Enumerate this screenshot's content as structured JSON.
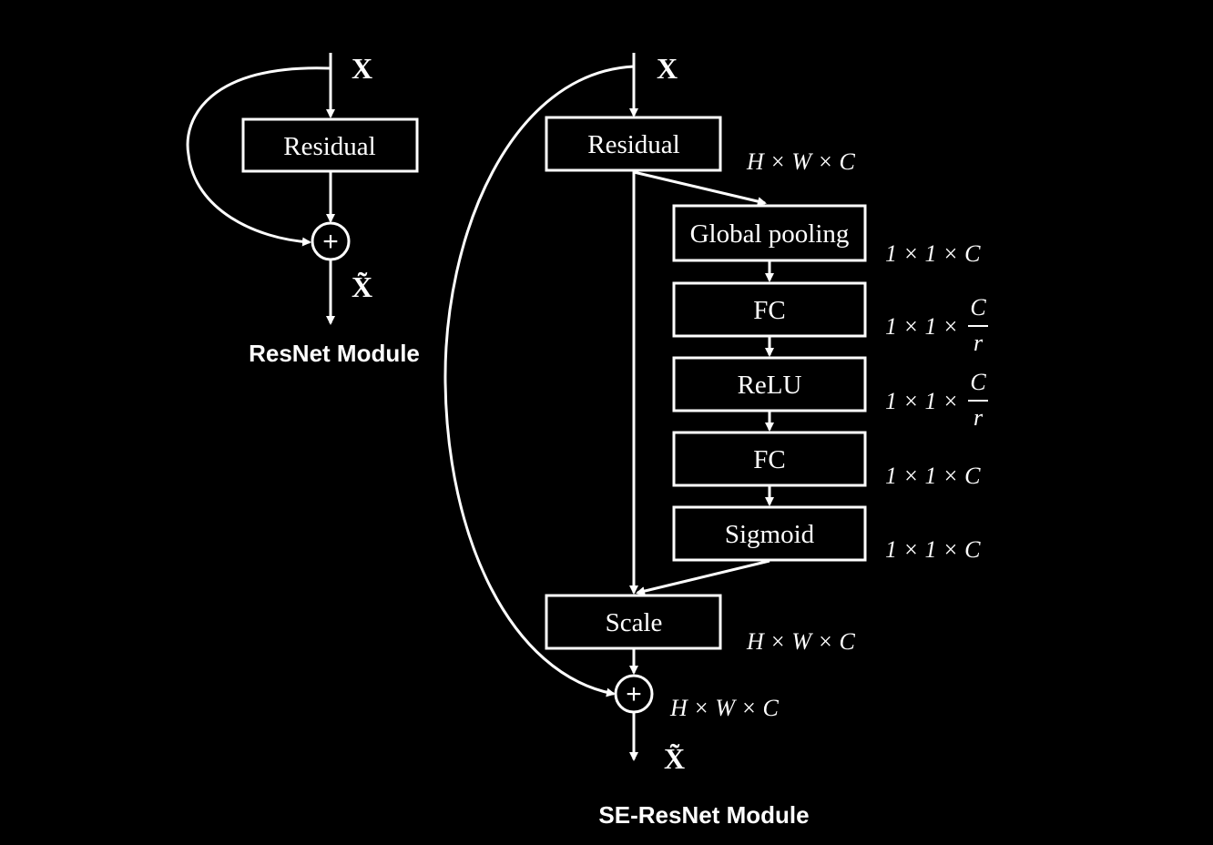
{
  "colors": {
    "background": "#000000",
    "foreground": "#ffffff"
  },
  "resnet": {
    "input_label": "X",
    "residual_label": "Residual",
    "add_symbol": "+",
    "output_label": "X̃",
    "caption": "ResNet Module"
  },
  "se_resnet": {
    "input_label": "X",
    "residual_label": "Residual",
    "global_pooling_label": "Global pooling",
    "fc1_label": "FC",
    "relu_label": "ReLU",
    "fc2_label": "FC",
    "sigmoid_label": "Sigmoid",
    "scale_label": "Scale",
    "add_symbol": "+",
    "output_label": "X̃",
    "caption": "SE-ResNet Module",
    "dims": {
      "residual": "H × W × C",
      "global_pooling": "1 × 1 × C",
      "fc1_prefix": "1 × 1 ×",
      "fc1_num": "C",
      "fc1_den": "r",
      "relu_prefix": "1 × 1 ×",
      "relu_num": "C",
      "relu_den": "r",
      "fc2": "1 × 1 × C",
      "sigmoid": "1 × 1 × C",
      "scale": "H × W × C",
      "add": "H × W × C"
    }
  }
}
